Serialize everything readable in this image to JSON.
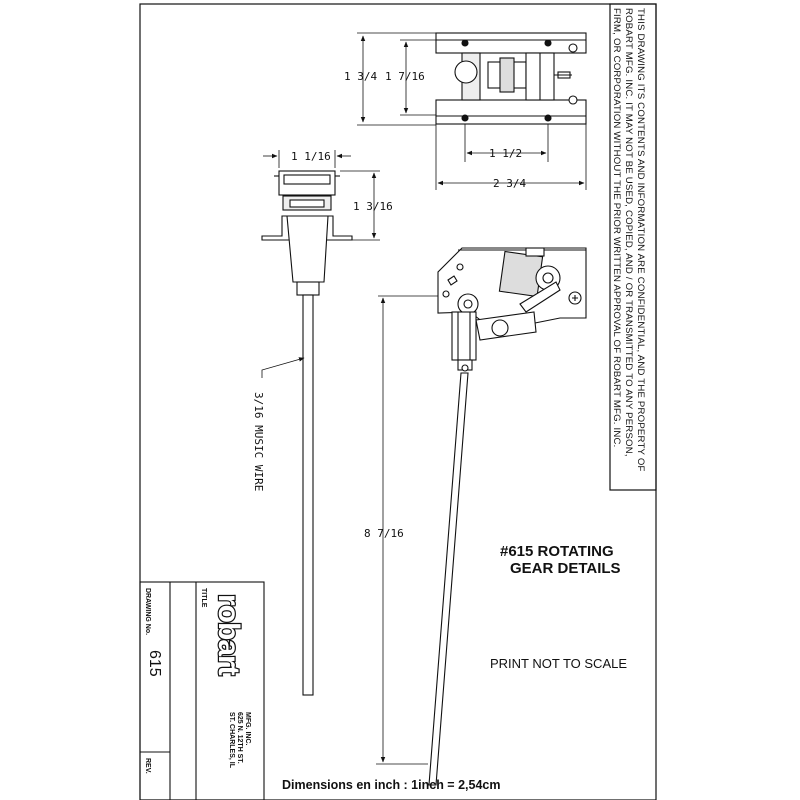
{
  "confidential_notice": {
    "line1": "THIS DRAWING ITS CONTENTS AND INFORMATION ARE CONFIDENTIAL, AND THE PROPERTY OF",
    "line2": "ROBART MFG. INC. IT MAY NOT BE USED, COPIED, AND / OR TRANSMITTED TO ANY PERSON,",
    "line3": "FIRM, OR CORPORATION WITHOUT THE PRIOR WRITTEN APPROVAL OF ROBART MFG. INC."
  },
  "dimensions": {
    "top_height_outer": "1 3/4",
    "top_height_inner": "1 7/16",
    "top_hole_spacing": "1 1/2",
    "top_width": "2 3/4",
    "side_width": "1 1/16",
    "side_height": "1 3/16",
    "wire_label": "3/16 MUSIC WIRE",
    "strut_length": "8 7/16"
  },
  "title": {
    "line1": "#615 ROTATING",
    "line2": "GEAR DETAILS"
  },
  "print_note": "PRINT NOT TO SCALE",
  "footer_note": "Dimensions en inch : 1inch = 2,54cm",
  "title_block": {
    "drawing_no_label": "DRAWING No.",
    "drawing_no": "615",
    "rev_label": "REV.",
    "title_label": "TITLE",
    "logo_text": "robart",
    "company": "MFG. INC.",
    "address": "625 N. 12TH ST.",
    "city": "ST. CHARLES, IL"
  }
}
